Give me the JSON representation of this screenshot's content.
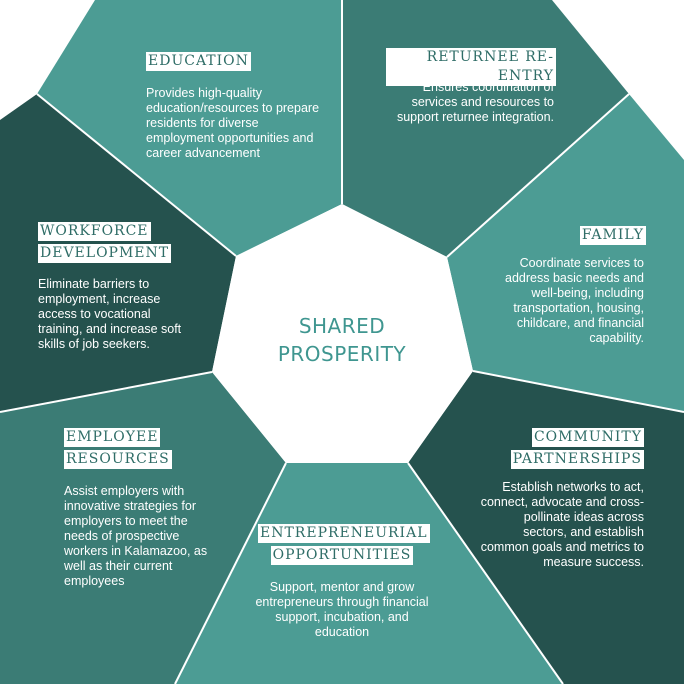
{
  "center": {
    "line1": "SHARED",
    "line2": "PROSPERITY"
  },
  "colors": {
    "background": "#ffffff",
    "teal_light": "#4c9c94",
    "teal_medium": "#3b7c75",
    "teal_dark": "#25524e",
    "label_text": "#2f6d67",
    "center_text": "#3f9690"
  },
  "segments": [
    {
      "key": "education",
      "label_lines": [
        "EDUCATION"
      ],
      "description": "Provides high-quality education/resources to prepare residents for diverse employment opportunities and career advancement"
    },
    {
      "key": "returnee",
      "label_lines": [
        "RETURNEE RE-ENTRY"
      ],
      "description": "Ensures coordination of services and resources to support returnee integration."
    },
    {
      "key": "family",
      "label_lines": [
        "FAMILY"
      ],
      "description": "Coordinate services to address basic needs and well-being, including transportation, housing, childcare, and financial capability."
    },
    {
      "key": "community",
      "label_lines": [
        "COMMUNITY",
        "PARTNERSHIPS"
      ],
      "description": "Establish networks to act, connect, advocate and cross-pollinate ideas across sectors, and establish common goals and metrics to measure success."
    },
    {
      "key": "entrepreneurial",
      "label_lines": [
        "ENTREPRENEURIAL",
        "OPPORTUNITIES"
      ],
      "description": "Support, mentor and grow entrepreneurs through financial support, incubation, and education"
    },
    {
      "key": "employee",
      "label_lines": [
        "EMPLOYEE",
        "RESOURCES"
      ],
      "description": "Assist employers with innovative strategies for employers to meet the needs of prospective workers in Kalamazoo, as well as their current employees"
    },
    {
      "key": "workforce",
      "label_lines": [
        "WORKFORCE",
        "DEVELOPMENT"
      ],
      "description": "Eliminate barriers to employment, increase access to vocational training, and increase soft skills of job seekers."
    }
  ]
}
